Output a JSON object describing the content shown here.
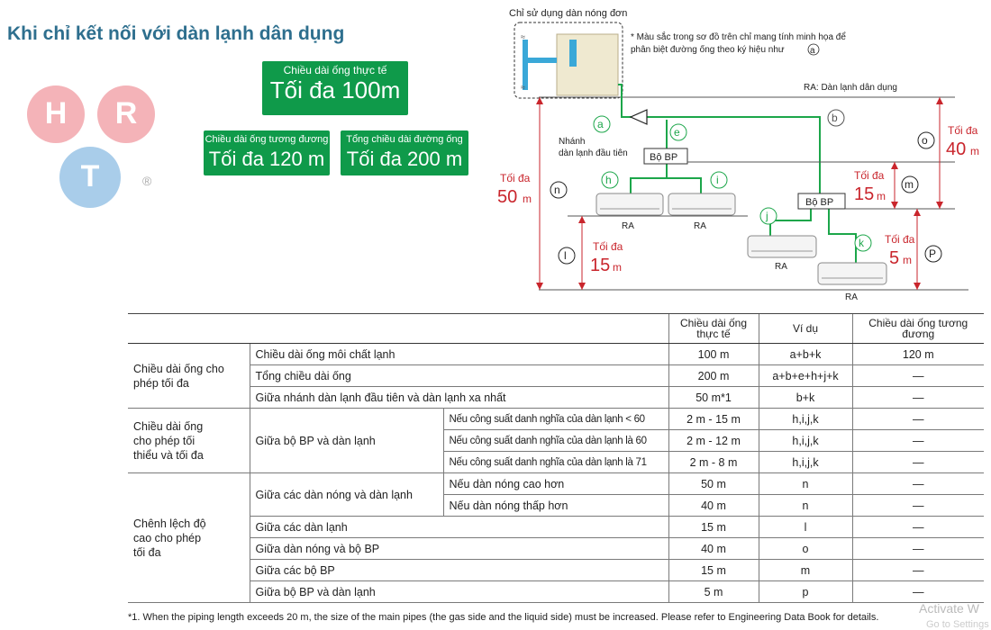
{
  "header": {
    "title": "Khi chỉ kết nối với dàn lạnh dân dụng"
  },
  "logo": {
    "letters": [
      "H",
      "R",
      "T"
    ],
    "registered": "®"
  },
  "green_boxes": [
    {
      "label": "Chiều dài ống thực tế",
      "value": "Tối đa 100m"
    },
    {
      "label": "Chiều dài ống tương đương",
      "value": "Tối đa 120 m"
    },
    {
      "label": "Tổng chiều dài đường ống",
      "value": "Tối đa 200 m"
    }
  ],
  "diagram": {
    "outdoor_label": "Chỉ sử dụng dàn nóng đơn",
    "color_note_1": "* Màu sắc trong sơ đồ trên chỉ mang tính minh họa để",
    "color_note_2": "phân biệt đường ống theo ký hiệu như",
    "color_note_symbol": "a",
    "ra_legend": "RA: Dàn lạnh dân dụng",
    "branch_label_1": "Nhánh",
    "branch_label_2": "dàn lạnh đầu tiên",
    "bp_label": "Bộ BP",
    "ra": "RA",
    "toi_da": "Tối đa",
    "unit_m": "m",
    "pipe_letters": [
      "a",
      "b",
      "e",
      "h",
      "i",
      "j",
      "k"
    ],
    "height_letters": [
      "n",
      "o",
      "m",
      "l",
      "P"
    ],
    "dims": {
      "n": "50",
      "o": "40",
      "m": "15",
      "l": "15",
      "p": "5"
    }
  },
  "table": {
    "headers": [
      "Chiều dài ống thực tế",
      "Ví dụ",
      "Chiều dài ống tương đương"
    ],
    "groups": [
      {
        "label": "Chiều dài ống cho phép tối đa",
        "rows": [
          {
            "desc": "Chiều dài ống môi chất lạnh",
            "sub": "",
            "actual": "100 m",
            "ex": "a+b+k",
            "equiv": "120 m"
          },
          {
            "desc": "Tổng chiều dài ống",
            "sub": "",
            "actual": "200 m",
            "ex": "a+b+e+h+j+k",
            "equiv": "—"
          },
          {
            "desc": "Giữa nhánh dàn lạnh đầu tiên và dàn lạnh xa nhất",
            "sub": "",
            "actual": "50 m*1",
            "ex": "b+k",
            "equiv": "—"
          }
        ]
      },
      {
        "label": "Chiều dài ống cho phép tối thiểu và tối đa",
        "desc": "Giữa bộ BP và dàn lạnh",
        "rows": [
          {
            "sub": "Nếu công suất danh nghĩa của dàn lạnh < 60",
            "actual": "2 m - 15 m",
            "ex": "h,i,j,k",
            "equiv": "—"
          },
          {
            "sub": "Nếu công suất danh nghĩa của dàn lạnh là 60",
            "actual": "2 m - 12 m",
            "ex": "h,i,j,k",
            "equiv": "—"
          },
          {
            "sub": "Nếu công suất danh nghĩa của dàn lạnh là 71",
            "actual": "2 m - 8 m",
            "ex": "h,i,j,k",
            "equiv": "—"
          }
        ]
      },
      {
        "label": "Chênh lệch độ cao cho phép tối đa",
        "desc": "Giữa các dàn nóng và dàn lạnh",
        "rows": [
          {
            "sub": "Nếu dàn nóng cao hơn",
            "actual": "50 m",
            "ex": "n",
            "equiv": "—"
          },
          {
            "sub": "Nếu dàn nóng thấp hơn",
            "actual": "40 m",
            "ex": "n",
            "equiv": "—"
          },
          {
            "desc": "Giữa các dàn lạnh",
            "actual": "15 m",
            "ex": "l",
            "equiv": "—"
          },
          {
            "desc": "Giữa dàn nóng và bộ BP",
            "actual": "40 m",
            "ex": "o",
            "equiv": "—"
          },
          {
            "desc": "Giữa các bộ BP",
            "actual": "15 m",
            "ex": "m",
            "equiv": "—"
          },
          {
            "desc": "Giữa bộ BP và dàn lạnh",
            "actual": "5 m",
            "ex": "p",
            "equiv": "—"
          }
        ]
      }
    ]
  },
  "footnote": "*1. When the piping length exceeds 20 m, the size of the main pipes (the gas side and the liquid side) must be increased. Please refer to Engineering Data Book for details.",
  "watermark": {
    "line1": "Activate W",
    "line2": "Go to Settings"
  }
}
